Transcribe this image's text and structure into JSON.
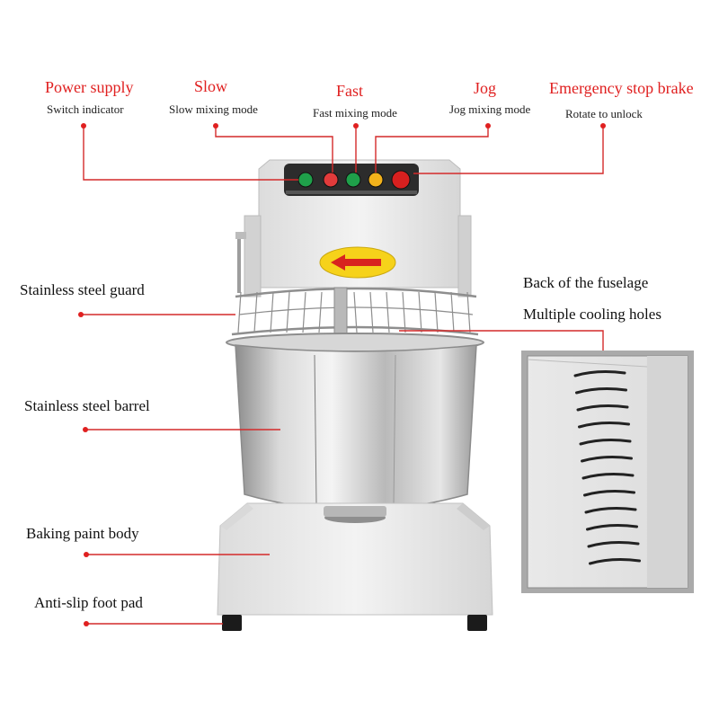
{
  "colors": {
    "accent_red": "#e02020",
    "leader_line": "#d42a2a",
    "machine_body": "#eeeeee",
    "steel": "#c8c8c8"
  },
  "top_labels": {
    "power": {
      "title": "Power supply",
      "subtitle": "Switch indicator"
    },
    "slow": {
      "title": "Slow",
      "subtitle": "Slow mixing mode"
    },
    "fast": {
      "title": "Fast",
      "subtitle": "Fast mixing mode"
    },
    "jog": {
      "title": "Jog",
      "subtitle": "Jog mixing mode"
    },
    "emergency": {
      "title": "Emergency stop brake",
      "subtitle": "Rotate to unlock"
    }
  },
  "side_labels": {
    "guard": "Stainless steel guard",
    "barrel": "Stainless steel barrel",
    "paint": "Baking paint body",
    "foot": "Anti-slip foot pad",
    "back": "Back of the fuselage",
    "cooling": "Multiple cooling holes"
  },
  "panel_buttons": [
    {
      "name": "power-indicator-button",
      "color": "#1fa04a"
    },
    {
      "name": "slow-button",
      "color": "#e23b3b"
    },
    {
      "name": "fast-button",
      "color": "#1fa04a"
    },
    {
      "name": "jog-button",
      "color": "#f2b21b"
    },
    {
      "name": "emergency-stop-button",
      "color": "#d8201f"
    }
  ]
}
